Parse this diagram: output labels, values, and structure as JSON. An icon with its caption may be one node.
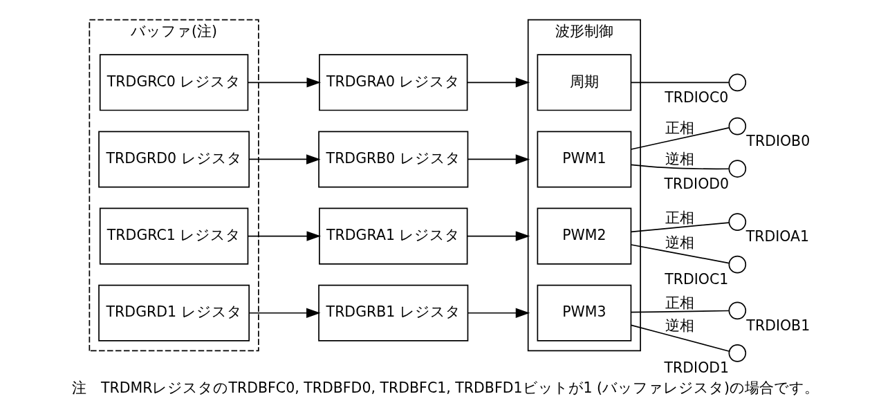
{
  "diagram": {
    "caption": "注　TRDMRレジスタのTRDBFC0, TRDBFD0, TRDBFC1, TRDBFD1ビットが1 (バッファレジスタ)の場合です。",
    "nodes": [
      {
        "text": [
          "バッファ(注)"
        ]
      },
      {
        "text": [
          "TRDGRC0 レジスタ"
        ],
        "in": 0
      },
      {
        "text": [
          "TRDGRD0 レジスタ"
        ],
        "in": 0
      },
      {
        "text": [
          "TRDGRC1 レジスタ"
        ],
        "in": 0
      },
      {
        "text": [
          "TRDGRD1 レジスタ"
        ],
        "in": 0
      },
      {
        "text": [
          "TRDGRA0 レジスタ"
        ]
      },
      {
        "text": [
          "TRDGRB0 レジスタ"
        ]
      },
      {
        "text": [
          "TRDGRA1 レジスタ"
        ]
      },
      {
        "text": [
          "TRDGRB1 レジスタ"
        ]
      },
      {
        "text": [
          "波形制御"
        ]
      },
      {
        "text": [
          "周期"
        ],
        "in": 9
      },
      {
        "text": [
          "PWM1"
        ],
        "in": 9
      },
      {
        "text": [
          "PWM2"
        ],
        "in": 9
      },
      {
        "text": [
          "PWM3"
        ],
        "in": 9
      },
      {
        "text": [],
        "shape": "circle",
        "beside": [
          "TRDIOC0"
        ]
      },
      {
        "text": [],
        "shape": "circle",
        "beside": [
          "TRDIOB0"
        ]
      },
      {
        "text": [],
        "shape": "circle",
        "beside": [
          "TRDIOD0"
        ]
      },
      {
        "text": [],
        "shape": "circle",
        "beside": [
          "TRDIOA1"
        ]
      },
      {
        "text": [],
        "shape": "circle",
        "beside": [
          "TRDIOC1"
        ]
      },
      {
        "text": [],
        "shape": "circle",
        "beside": [
          "TRDIOB1"
        ]
      },
      {
        "text": [],
        "shape": "circle",
        "beside": [
          "TRDIOD1"
        ]
      }
    ],
    "edges": [
      {
        "from": 1,
        "to": 5,
        "arrow": "to"
      },
      {
        "from": 2,
        "to": 6,
        "arrow": "to"
      },
      {
        "from": 3,
        "to": 7,
        "arrow": "to"
      },
      {
        "from": 4,
        "to": 8,
        "arrow": "to"
      },
      {
        "from": 5,
        "to": 9,
        "arrow": "to"
      },
      {
        "from": 6,
        "to": 9,
        "arrow": "to"
      },
      {
        "from": 7,
        "to": 9,
        "arrow": "to"
      },
      {
        "from": 8,
        "to": 9,
        "arrow": "to"
      },
      {
        "from": 10,
        "to": 14,
        "arrow": "none"
      },
      {
        "from": 11,
        "to": 15,
        "arrow": "none",
        "label": "正相"
      },
      {
        "from": 11,
        "to": 16,
        "arrow": "none",
        "label": "逆相"
      },
      {
        "from": 12,
        "to": 17,
        "arrow": "none",
        "label": "正相"
      },
      {
        "from": 12,
        "to": 18,
        "arrow": "none",
        "label": "逆相"
      },
      {
        "from": 13,
        "to": 19,
        "arrow": "none",
        "label": "正相"
      },
      {
        "from": 13,
        "to": 20,
        "arrow": "none",
        "label": "逆相"
      }
    ]
  }
}
